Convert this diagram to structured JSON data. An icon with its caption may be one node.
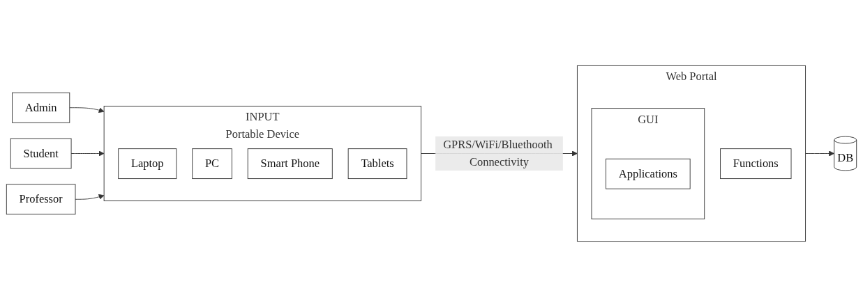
{
  "diagram": {
    "nodes": [
      {
        "text": [
          "Admin"
        ]
      },
      {
        "text": [
          "INPUT",
          "Portable Device"
        ]
      },
      {
        "text": [
          "Laptop"
        ],
        "in": 1
      },
      {
        "text": [
          "PC"
        ],
        "in": 1
      },
      {
        "text": [
          "Smart Phone"
        ],
        "in": 1
      },
      {
        "text": [
          "Tablets"
        ],
        "in": 1
      },
      {
        "text": [
          "Student"
        ]
      },
      {
        "text": [
          "Professor"
        ]
      },
      {
        "text": [
          "Web Portal"
        ]
      },
      {
        "text": [
          "GUI"
        ],
        "in": 8
      },
      {
        "text": [
          "Applications"
        ],
        "in": 9
      },
      {
        "text": [
          "Functions"
        ],
        "in": 8
      },
      {
        "text": [
          "DB"
        ]
      }
    ],
    "edges": [
      {
        "from": 0,
        "to": 1,
        "arrow": "to"
      },
      {
        "from": 6,
        "to": 1,
        "arrow": "to"
      },
      {
        "from": 7,
        "to": 1,
        "arrow": "to"
      },
      {
        "from": 1,
        "to": 8,
        "arrow": "to",
        "label": "GPRS/WiFi/Bluethooth Connectivity"
      },
      {
        "from": 8,
        "to": 12,
        "arrow": "to"
      }
    ]
  }
}
